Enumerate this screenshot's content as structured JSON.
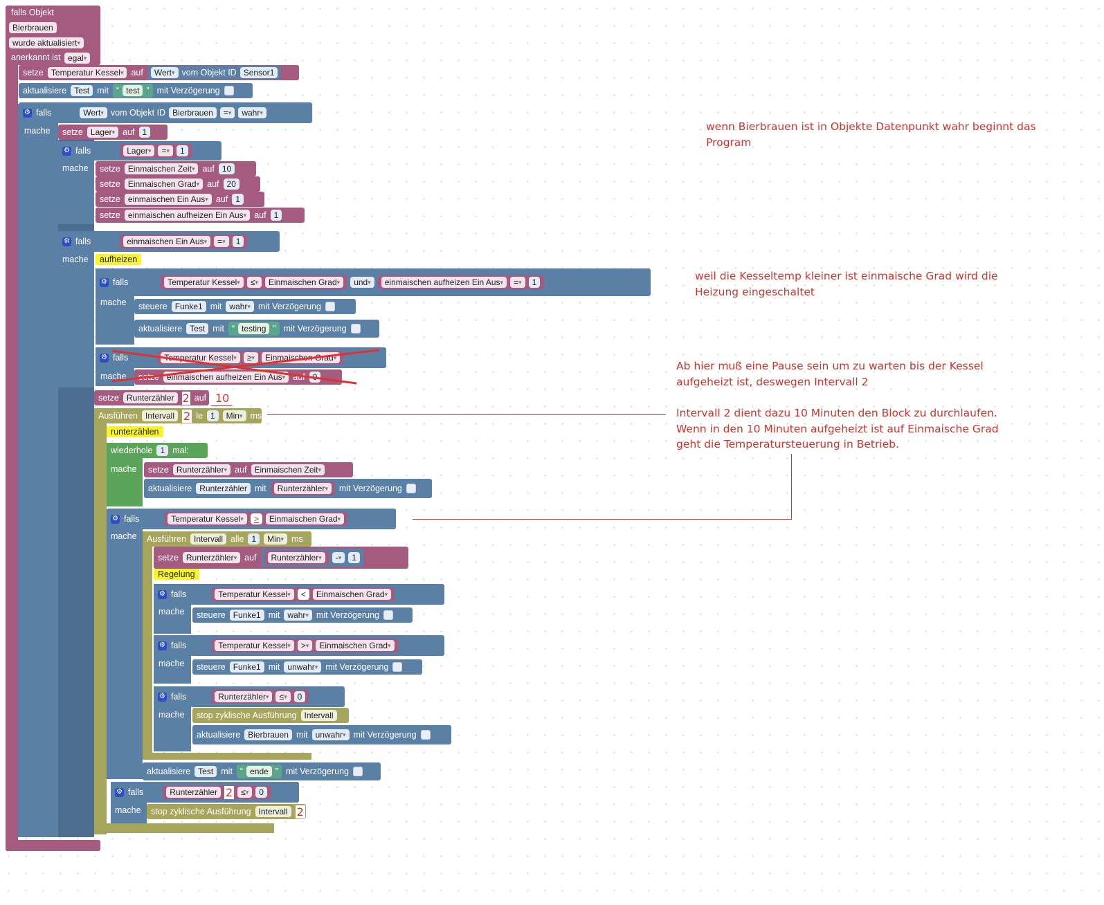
{
  "top_block": {
    "falls_objekt": "falls Objekt",
    "object": "Bierbrauen",
    "trigger": "wurde aktualisiert",
    "anerkannt": "anerkannt ist",
    "ack_value": "egal"
  },
  "kw": {
    "setze": "setze",
    "auf": "auf",
    "falls": "falls",
    "mache": "mache",
    "mit": "mit",
    "aktualisiere": "aktualisiere",
    "steuere": "steuere",
    "mit_verzoegerung": "mit Verzögerung",
    "wert": "Wert",
    "vom_objekt_id": "vom Objekt ID",
    "und": "und",
    "wiederhole": "wiederhole",
    "mal": "mal:",
    "ausfuehren": "Ausführen",
    "alle": "alle",
    "min": "Min",
    "ms": "ms",
    "stop": "stop zyklische Ausführung"
  },
  "vars": {
    "temperatur_kessel": "Temperatur Kessel",
    "sensor1": "Sensor1",
    "test": "Test",
    "bierbrauen": "Bierbrauen",
    "lager": "Lager",
    "einmaischen_zeit": "Einmaischen Zeit",
    "einmaischen_grad": "Einmaischen Grad",
    "einmaischen_ein_aus": "einmaischen Ein Aus",
    "einmaischen_aufheizen_ein_aus": "einmaischen aufheizen Ein Aus",
    "funke1": "Funke1",
    "runterzaehler": "Runterzähler",
    "intervall": "Intervall"
  },
  "values": {
    "wahr": "wahr",
    "unwahr": "unwahr",
    "v0": "0",
    "v1": "1",
    "v10": "10",
    "v20": "20",
    "str_test": "test",
    "str_testing": "testing",
    "str_ende": "ende"
  },
  "ops": {
    "eq": "=",
    "le": "≤",
    "ge": "≥",
    "lt": "<",
    "gt": ">",
    "minus": "-"
  },
  "functions": {
    "aufheizen": "aufheizen",
    "runterzaehlen": "runterzählen",
    "regelung": "Regelung"
  },
  "overlay": {
    "two": "2",
    "ten": "10",
    "gt_red": ">",
    "le_partial": "le"
  },
  "notes": {
    "n1": "wenn Bierbrauen ist in Objekte Datenpunkt wahr beginnt das Program",
    "n2": "weil die Kesseltemp kleiner ist einmaische Grad wird die Heizung eingeschaltet",
    "n3a": "Ab hier muß eine Pause sein um zu warten bis der Kessel aufgeheizt ist, deswegen Intervall 2",
    "n3b": "Intervall 2 dient dazu 10 Minuten den Block zu durchlaufen. Wenn in den 10 Minuten aufgeheizt ist auf Einmaische Grad geht die Temperatursteuerung in Betrieb."
  }
}
